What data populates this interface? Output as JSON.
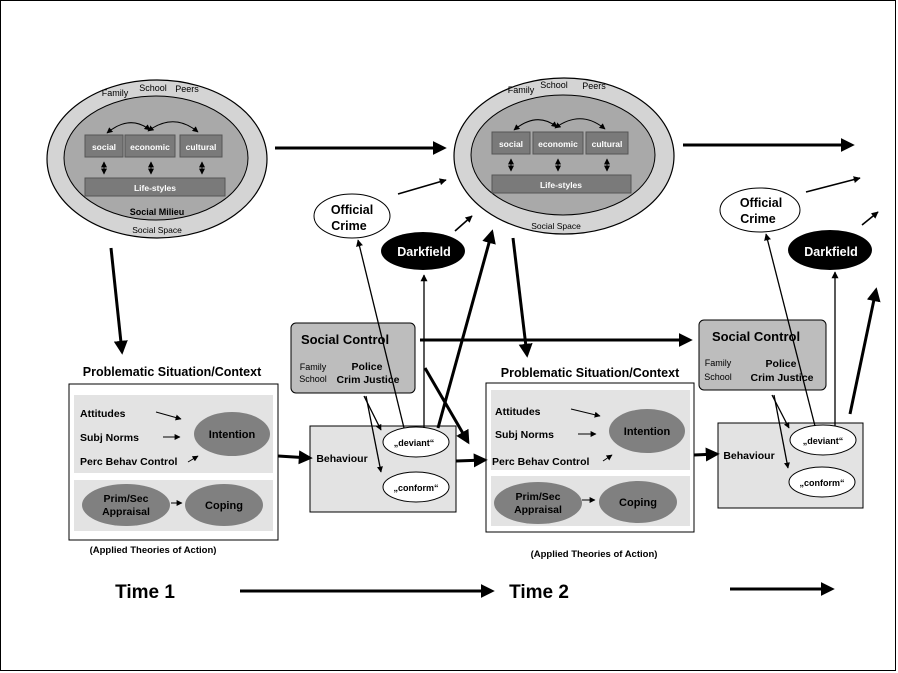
{
  "time_labels": [
    "Time 1",
    "Time 2"
  ],
  "milieu": {
    "top_labels": [
      "Family",
      "School",
      "Peers"
    ],
    "capitals": [
      "social",
      "economic",
      "cultural"
    ],
    "lifestyles": "Life-styles",
    "milieu_label": "Social Milieu",
    "space_label": "Social Space"
  },
  "official_crime": [
    "Official",
    "Crime"
  ],
  "darkfield": "Darkfield",
  "social_control": {
    "title": "Social Control",
    "agents_left": [
      "Family",
      "School"
    ],
    "agents_right": [
      "Police",
      "Crim Justice"
    ]
  },
  "context": {
    "title": "Problematic Situation/Context",
    "predictors": [
      "Attitudes",
      "Subj Norms",
      "Perc Behav Control"
    ],
    "intention": "Intention",
    "appraisal": [
      "Prim/Sec",
      "Appraisal"
    ],
    "coping": "Coping",
    "caption": "(Applied Theories of Action)"
  },
  "behaviour": {
    "label": "Behaviour",
    "deviant": "„deviant“",
    "conform": "„conform“"
  },
  "colors": {
    "outer_ellipse": "#d4d4d4",
    "inner_ellipse": "#a9a9a9",
    "dark_box": "#7a7a7a",
    "panel": "#e3e3e3",
    "oval": "#808080",
    "black": "#000000"
  }
}
